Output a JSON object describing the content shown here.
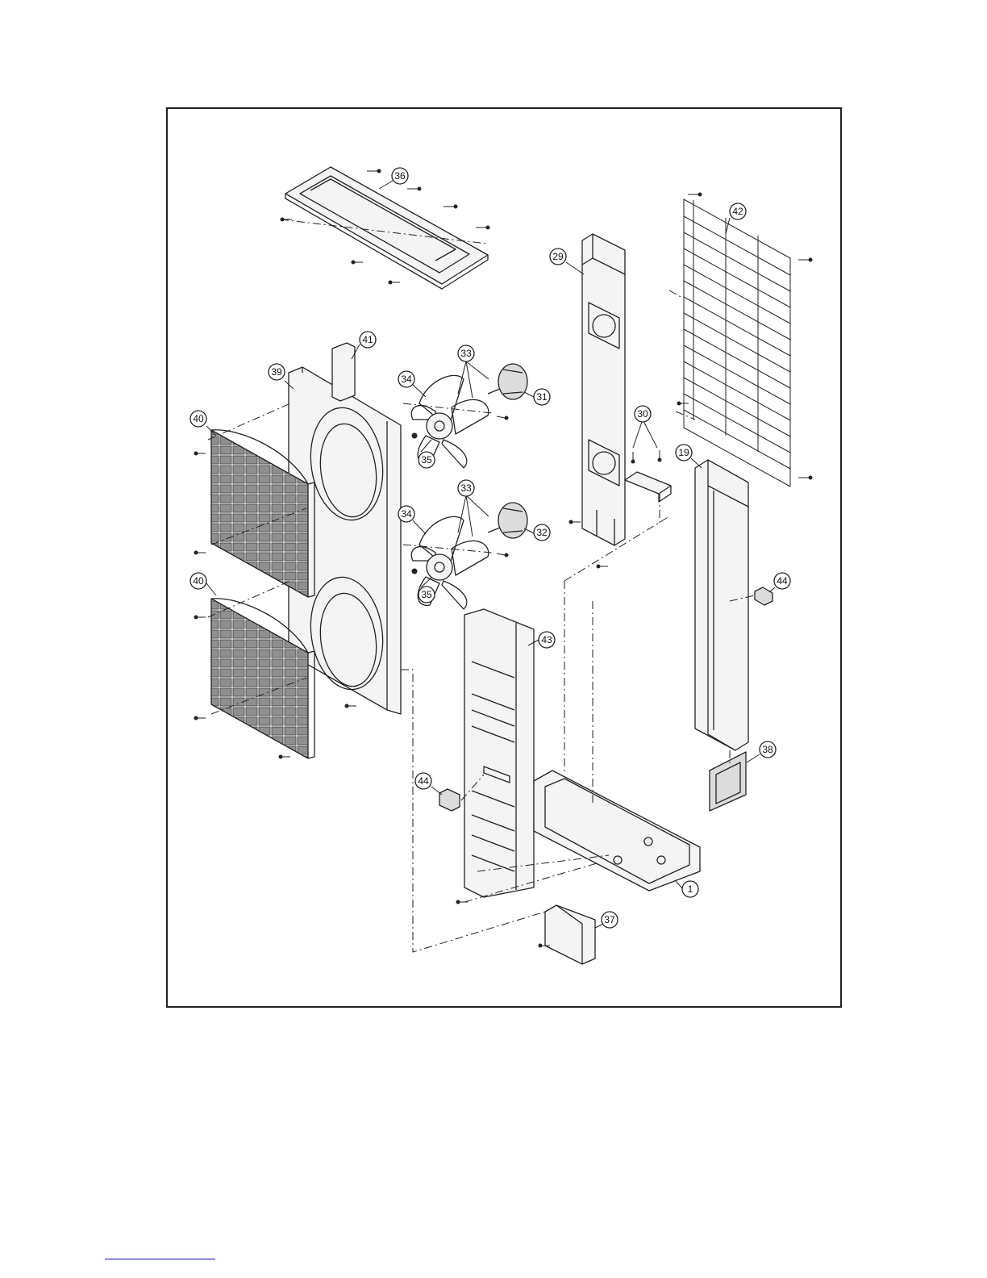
{
  "diagram": {
    "part_labels": [
      "36",
      "42",
      "29",
      "41",
      "33",
      "39",
      "34",
      "31",
      "30",
      "40",
      "35",
      "19",
      "33",
      "34",
      "32",
      "44",
      "35",
      "40",
      "43",
      "38",
      "44",
      "1",
      "37"
    ]
  },
  "colors": {
    "line": "#222222",
    "panel_fill": "#f4f4f4",
    "panel_shade": "#dcdcdc",
    "link_rule": "#0000ee"
  }
}
